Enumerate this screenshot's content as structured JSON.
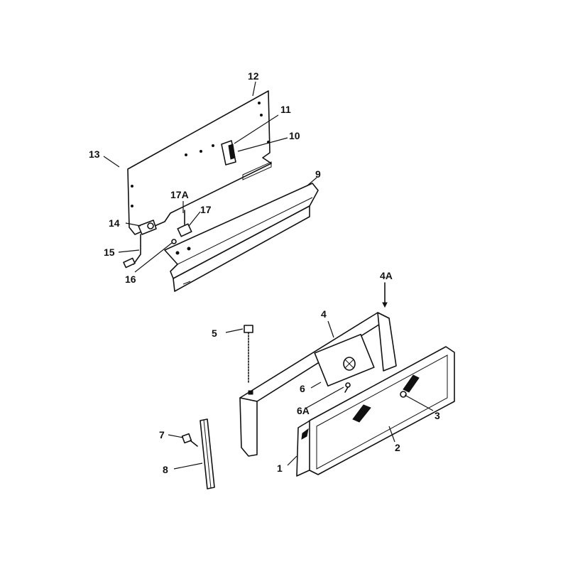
{
  "callouts": {
    "c1": "1",
    "c2": "2",
    "c3": "3",
    "c4": "4",
    "c4a": "4A",
    "c5": "5",
    "c6": "6",
    "c6a": "6A",
    "c7": "7",
    "c8": "8",
    "c9": "9",
    "c10": "10",
    "c11": "11",
    "c12": "12",
    "c13": "13",
    "c14": "14",
    "c15": "15",
    "c16": "16",
    "c17": "17",
    "c17a": "17A"
  }
}
